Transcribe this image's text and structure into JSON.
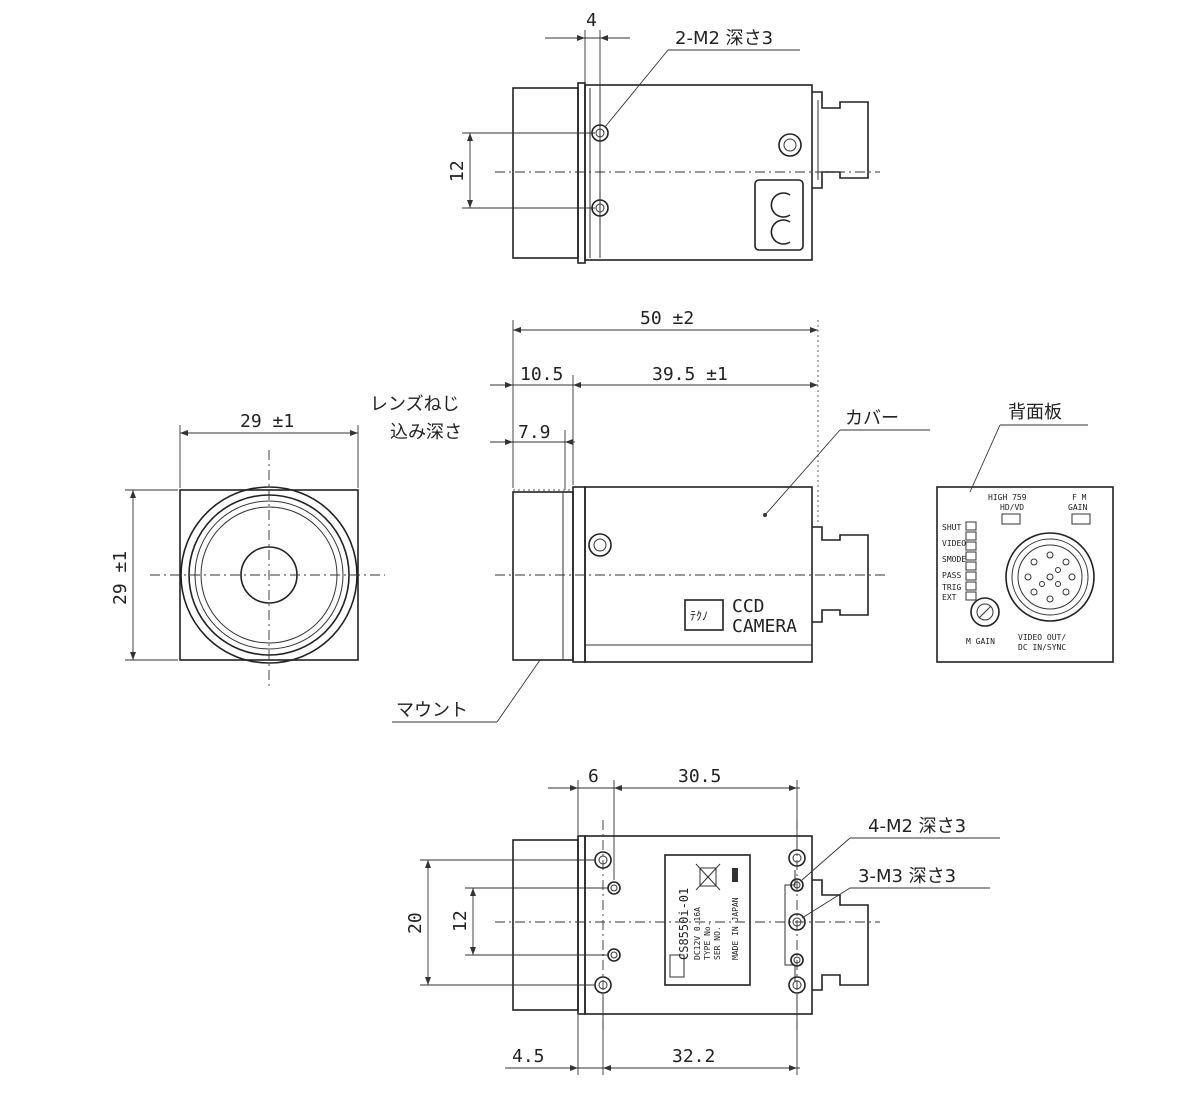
{
  "top_view": {
    "dim_4": "4",
    "hole_label": "2-M2 深さ3",
    "dim_12": "12"
  },
  "front_view": {
    "width": "29 ±1",
    "height": "29 ±1"
  },
  "side_view": {
    "overall": "50 ±2",
    "mount_len": "10.5",
    "body_len": "39.5 ±1",
    "thread_depth": "7.9",
    "thread_label_1": "レンズねじ",
    "thread_label_2": "込み深さ",
    "cover_label": "カバー",
    "mount_label": "マウント",
    "body_text_1": "CCD",
    "body_text_2": "CAMERA"
  },
  "rear_view": {
    "title": "背面板",
    "high_label": "HIGH 759",
    "hdvd_label": "HD/VD",
    "fm_label": "F M",
    "gain_label": "GAIN",
    "shut_label": "SHUT",
    "vgain_label": "M GAIN",
    "video_label_1": "VIDEO OUT/",
    "video_label_2": "DC IN/SYNC",
    "sw_labels": [
      "SHUT",
      "VIDEO",
      "SMODE",
      "PASS",
      "TRIG",
      "EXT"
    ]
  },
  "bottom_view": {
    "dim_6": "6",
    "dim_30_5": "30.5",
    "dim_20": "20",
    "dim_12": "12",
    "dim_4_5": "4.5",
    "dim_32_2": "32.2",
    "hole_m2": "4-M2 深さ3",
    "hole_m3": "3-M3 深さ3",
    "plate_model": "CS8550i-01",
    "plate_lines": [
      "DC12V  0.16A",
      "TYPE No.",
      "SER NO.",
      "MADE IN JAPAN"
    ]
  }
}
